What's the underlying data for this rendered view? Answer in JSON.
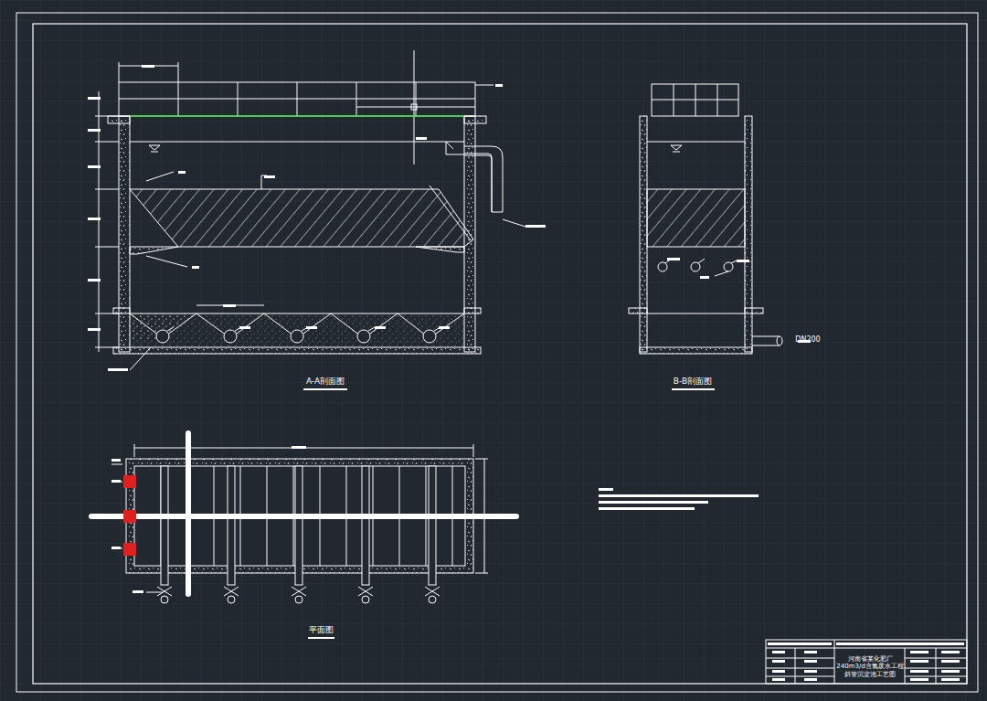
{
  "diagram": {
    "labels": [
      "A-A剖面图",
      "B-B剖面图",
      "平面图",
      "DN200",
      "河南省某化肥厂240m3/d含氮废水工程斜管沉淀池工艺图"
    ]
  }
}
